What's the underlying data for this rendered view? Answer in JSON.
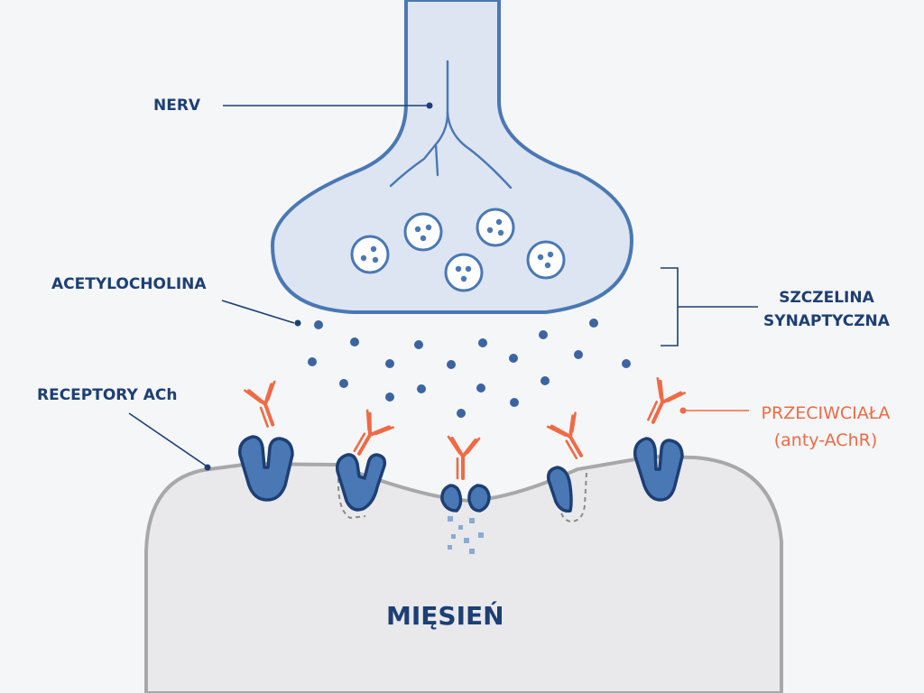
{
  "labels": {
    "nerve": "NERV",
    "acetylcholine": "ACETYLOCHOLINA",
    "receptors": "RECEPTORY ACh",
    "cleft_line1": "SZCZELINA",
    "cleft_line2": "SYNAPTYCZNA",
    "antibodies_line1": "PRZECIWCIAŁA",
    "antibodies_line2": "(anty-AChR)",
    "muscle": "MIĘSIEŃ"
  },
  "colors": {
    "navy": "#1d3f74",
    "blue": "#4a78b4",
    "light_blue_fill": "#dde5f2",
    "antibody_orange": "#f06a45",
    "muscle_fill": "#e9e9eb",
    "muscle_outline": "#a8a8ab",
    "background": "#f5f6f8"
  }
}
